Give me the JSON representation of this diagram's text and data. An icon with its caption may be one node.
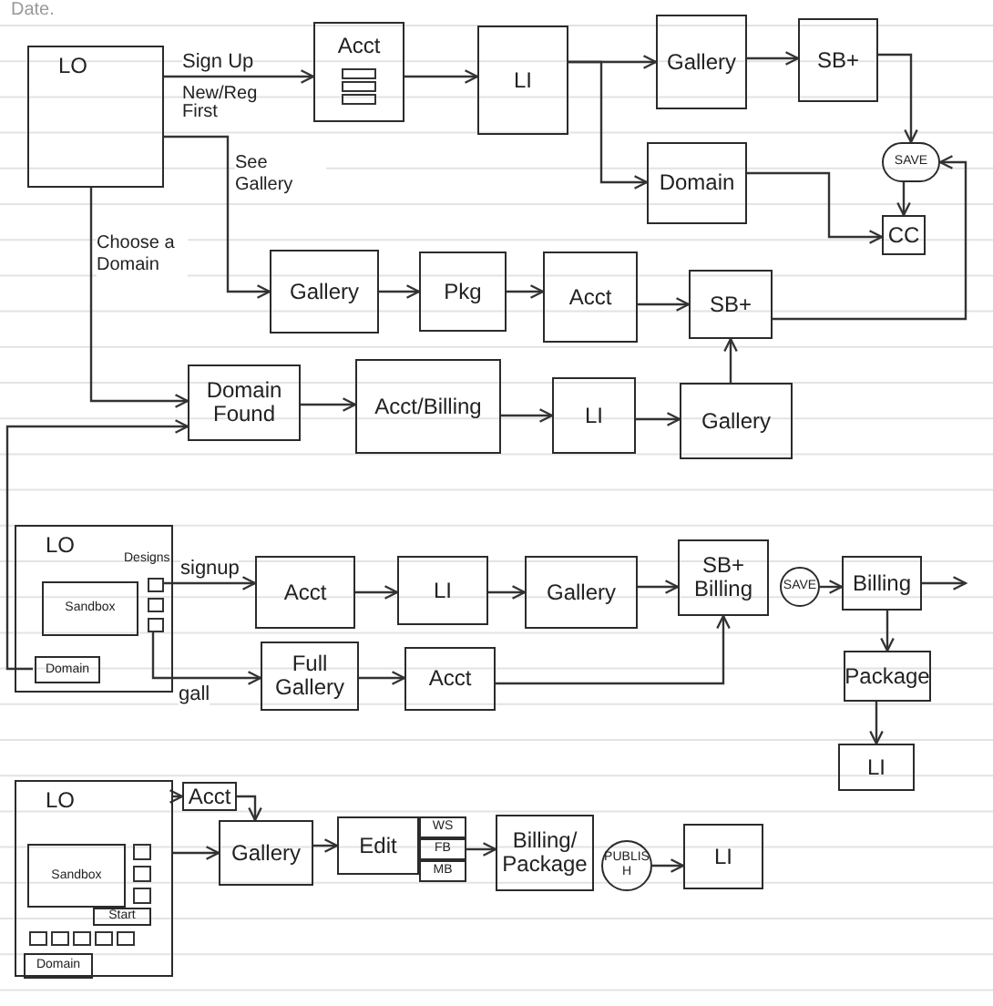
{
  "diagram": {
    "nodes": [
      {
        "text": [
          "LO"
        ]
      },
      {
        "text": [
          "Acct"
        ]
      },
      {
        "text": [
          "LI"
        ]
      },
      {
        "text": [
          "Gallery"
        ]
      },
      {
        "text": [
          "SB+"
        ]
      },
      {
        "text": [
          "SAVE"
        ]
      },
      {
        "text": [
          "Domain"
        ]
      },
      {
        "text": [
          "CC"
        ]
      },
      {
        "text": [
          "Gallery"
        ]
      },
      {
        "text": [
          "Pkg"
        ]
      },
      {
        "text": [
          "Acct"
        ]
      },
      {
        "text": [
          "SB+"
        ]
      },
      {
        "text": [
          "Domain Found"
        ]
      },
      {
        "text": [
          "Acct/Billing"
        ]
      },
      {
        "text": [
          "LI"
        ]
      },
      {
        "text": [
          "Gallery"
        ]
      },
      {
        "text": [
          "LO"
        ]
      },
      {
        "text": [
          "Sandbox"
        ],
        "in": 16
      },
      {
        "text": [],
        "shape": "box",
        "in": 16
      },
      {
        "text": [],
        "shape": "box",
        "in": 16
      },
      {
        "text": [],
        "shape": "box",
        "in": 16
      },
      {
        "text": [
          "Domain"
        ],
        "in": 16
      },
      {
        "text": [
          "Acct"
        ]
      },
      {
        "text": [
          "LI"
        ]
      },
      {
        "text": [
          "Gallery"
        ]
      },
      {
        "text": [
          "SB+ Billing"
        ]
      },
      {
        "text": [
          "SAVE"
        ]
      },
      {
        "text": [
          "Billing"
        ]
      },
      {
        "text": [
          "Full Gallery"
        ]
      },
      {
        "text": [
          "Acct"
        ]
      },
      {
        "text": [
          "Package"
        ]
      },
      {
        "text": [
          "LI"
        ]
      },
      {
        "text": [
          "LO"
        ]
      },
      {
        "text": [
          "Sandbox"
        ],
        "in": 32
      },
      {
        "text": [],
        "shape": "box",
        "in": 32
      },
      {
        "text": [],
        "shape": "box",
        "in": 32
      },
      {
        "text": [],
        "shape": "box",
        "in": 32
      },
      {
        "text": [
          "Start"
        ],
        "in": 32
      },
      {
        "text": [],
        "shape": "box",
        "in": 32
      },
      {
        "text": [],
        "shape": "box",
        "in": 32
      },
      {
        "text": [],
        "shape": "box",
        "in": 32
      },
      {
        "text": [],
        "shape": "box",
        "in": 32
      },
      {
        "text": [],
        "shape": "box",
        "in": 32
      },
      {
        "text": [
          "Domain"
        ],
        "in": 32
      },
      {
        "text": [
          "Acct"
        ]
      },
      {
        "text": [
          "Gallery"
        ]
      },
      {
        "text": [
          "Edit"
        ]
      },
      {
        "text": [
          "WS"
        ]
      },
      {
        "text": [
          "FB"
        ]
      },
      {
        "text": [
          "MB"
        ]
      },
      {
        "text": [
          "Billing/ Package"
        ]
      },
      {
        "text": [
          "PUBLISH"
        ]
      },
      {
        "text": [
          "LI"
        ]
      }
    ],
    "edges": [
      {
        "from": 0,
        "to": 1,
        "arrow": "to",
        "label": "Sign Up"
      },
      {
        "from": 1,
        "to": 2,
        "arrow": "to"
      },
      {
        "from": 2,
        "to": 3,
        "arrow": "to"
      },
      {
        "from": 2,
        "to": 6,
        "arrow": "to"
      },
      {
        "from": 3,
        "to": 4,
        "arrow": "to"
      },
      {
        "from": 4,
        "to": 5,
        "arrow": "to"
      },
      {
        "from": 5,
        "to": 7,
        "arrow": "to"
      },
      {
        "from": 6,
        "to": 7,
        "arrow": "to"
      },
      {
        "from": 11,
        "to": 5,
        "arrow": "to"
      },
      {
        "from": 0,
        "to": 8,
        "arrow": "to",
        "label": "See Gallery"
      },
      {
        "from": 8,
        "to": 9,
        "arrow": "to"
      },
      {
        "from": 9,
        "to": 10,
        "arrow": "to"
      },
      {
        "from": 10,
        "to": 11,
        "arrow": "to"
      },
      {
        "from": 0,
        "to": 12,
        "arrow": "to",
        "label": "Choose a Domain"
      },
      {
        "from": 12,
        "to": 13,
        "arrow": "to"
      },
      {
        "from": 13,
        "to": 14,
        "arrow": "to"
      },
      {
        "from": 14,
        "to": 15,
        "arrow": "to"
      },
      {
        "from": 15,
        "to": 11,
        "arrow": "to"
      },
      {
        "from": 21,
        "to": 12,
        "arrow": "to"
      },
      {
        "from": 18,
        "to": 22,
        "arrow": "to",
        "label": "signup"
      },
      {
        "from": 20,
        "to": 28,
        "arrow": "to",
        "label": "gall"
      },
      {
        "from": 22,
        "to": 23,
        "arrow": "to"
      },
      {
        "from": 23,
        "to": 24,
        "arrow": "to"
      },
      {
        "from": 24,
        "to": 25,
        "arrow": "to"
      },
      {
        "from": 26,
        "to": 27,
        "arrow": "to"
      },
      {
        "from": 27,
        "to": null,
        "arrow": "to"
      },
      {
        "from": 27,
        "to": 30,
        "arrow": "to"
      },
      {
        "from": 30,
        "to": 31,
        "arrow": "to"
      },
      {
        "from": 28,
        "to": 29,
        "arrow": "to"
      },
      {
        "from": 29,
        "to": 25,
        "arrow": "to"
      },
      {
        "from": 32,
        "to": 44,
        "arrow": "to"
      },
      {
        "from": 32,
        "to": 45,
        "arrow": "to"
      },
      {
        "from": 44,
        "to": 45,
        "arrow": "to"
      },
      {
        "from": 45,
        "to": 46,
        "arrow": "to"
      },
      {
        "from": 48,
        "to": 50,
        "arrow": "to"
      },
      {
        "from": 51,
        "to": 52,
        "arrow": "to"
      }
    ],
    "labels": [
      "Date.",
      "New/Reg First",
      "Designs"
    ]
  }
}
